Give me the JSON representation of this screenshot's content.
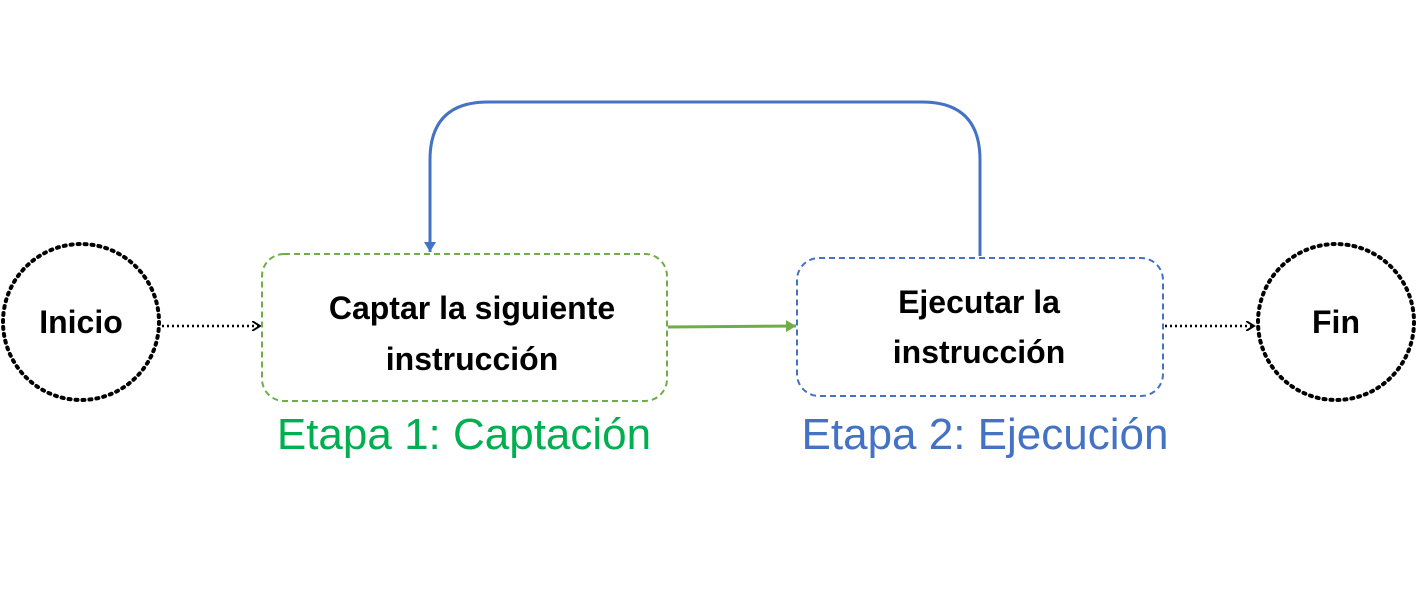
{
  "nodes": {
    "start": {
      "label": "Inicio"
    },
    "fetch": {
      "line1": "Captar la siguiente",
      "line2": "instrucción"
    },
    "execute": {
      "line1": "Ejecutar la",
      "line2": "instrucción"
    },
    "end": {
      "label": "Fin"
    }
  },
  "stages": {
    "stage1": {
      "label": "Etapa 1: Captación",
      "color": "#00b050"
    },
    "stage2": {
      "label": "Etapa 2: Ejecución",
      "color": "#4472c4"
    }
  },
  "colors": {
    "fetch_border": "#70ad47",
    "fetch_arrow": "#70ad47",
    "execute_border": "#4472c4",
    "loop_arrow": "#4472c4",
    "terminal_border": "#000000"
  },
  "edges": [
    {
      "from": "Inicio",
      "to": "Captar la siguiente instrucción",
      "style": "dotted"
    },
    {
      "from": "Captar la siguiente instrucción",
      "to": "Ejecutar la instrucción",
      "style": "solid"
    },
    {
      "from": "Ejecutar la instrucción",
      "to": "Captar la siguiente instrucción",
      "style": "solid"
    },
    {
      "from": "Ejecutar la instrucción",
      "to": "Fin",
      "style": "dotted"
    }
  ]
}
